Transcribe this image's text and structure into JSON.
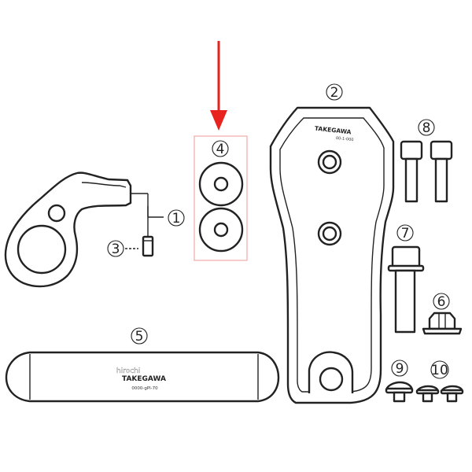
{
  "callouts": {
    "p1": "1",
    "p2": "2",
    "p3": "3",
    "p4": "4",
    "p5": "5",
    "p6": "6",
    "p7": "7",
    "p8": "8",
    "p9": "9",
    "p10": "10"
  },
  "highlight": {
    "arrow_color": "#e8221e",
    "box_color": "#f2a9a9"
  },
  "bar_marking": {
    "brand": "TAKEGAWA",
    "part_no": "0000-gPl-70"
  },
  "bracket_marking": {
    "brand": "TAKEGAWA",
    "part_no": "00-1-000"
  },
  "watermark": "hirochi"
}
